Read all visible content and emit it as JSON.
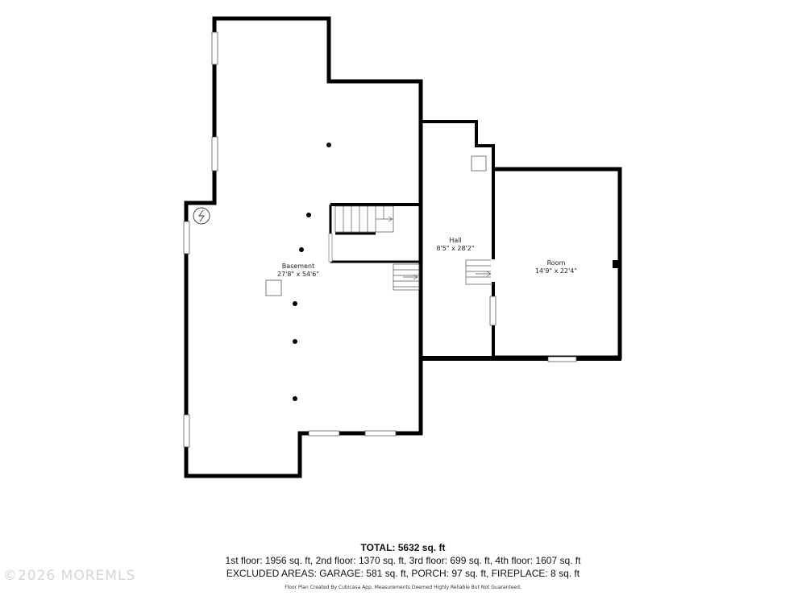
{
  "rooms": [
    {
      "name": "Basement",
      "dims": "27'8\" x 54'6\""
    },
    {
      "name": "Hall",
      "dims": "8'5\" x 28'2\""
    },
    {
      "name": "Room",
      "dims": "14'9\" x 22'4\""
    }
  ],
  "summary": {
    "total": "TOTAL: 5632 sq. ft",
    "floors": "1st floor: 1956 sq. ft, 2nd floor: 1370 sq. ft, 3rd floor: 699 sq. ft, 4th floor: 1607 sq. ft",
    "excluded": "EXCLUDED AREAS: GARAGE: 581 sq. ft, PORCH: 97 sq. ft, FIREPLACE: 8 sq. ft"
  },
  "disclaimer": "Floor Plan Created By Cubicasa App. Measurements Deemed Highly Reliable But Not Guaranteed.",
  "watermark": "©2026 MOREMLS",
  "colors": {
    "wall": "#000000",
    "background": "#ffffff"
  }
}
